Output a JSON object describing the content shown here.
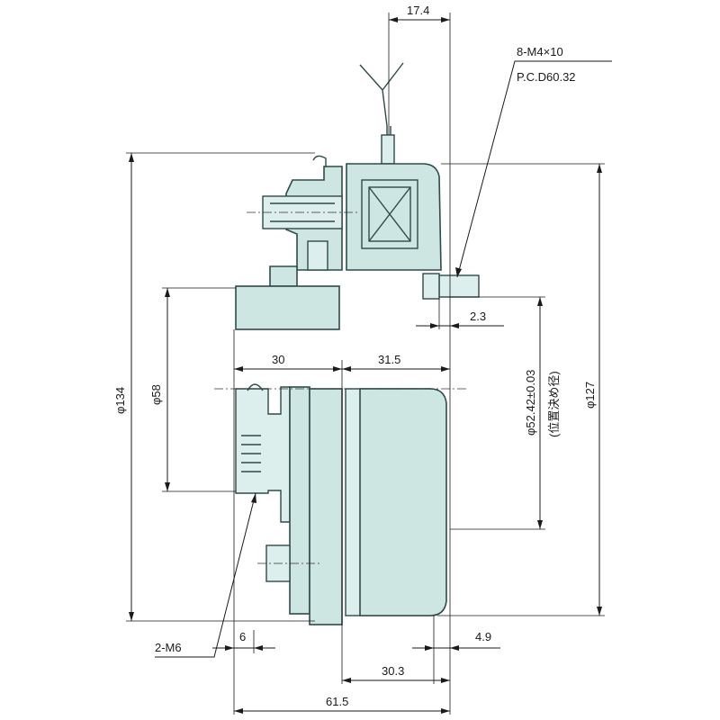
{
  "dimensions": {
    "d_17_4": "17.4",
    "d_2_3": "2.3",
    "d_30": "30",
    "d_31_5": "31.5",
    "d_6": "6",
    "d_4_9": "4.9",
    "d_30_3": "30.3",
    "d_61_5": "61.5",
    "dia_134": "φ134",
    "dia_58": "φ58",
    "dia_127": "φ127",
    "dia_52_42": "φ52.42±0.03",
    "dia_52_42_note": "(位置決め径)"
  },
  "notes": {
    "screw_spec": "8-M4×10",
    "pcd": "P.C.D60.32",
    "tap_spec": "2-M6"
  }
}
